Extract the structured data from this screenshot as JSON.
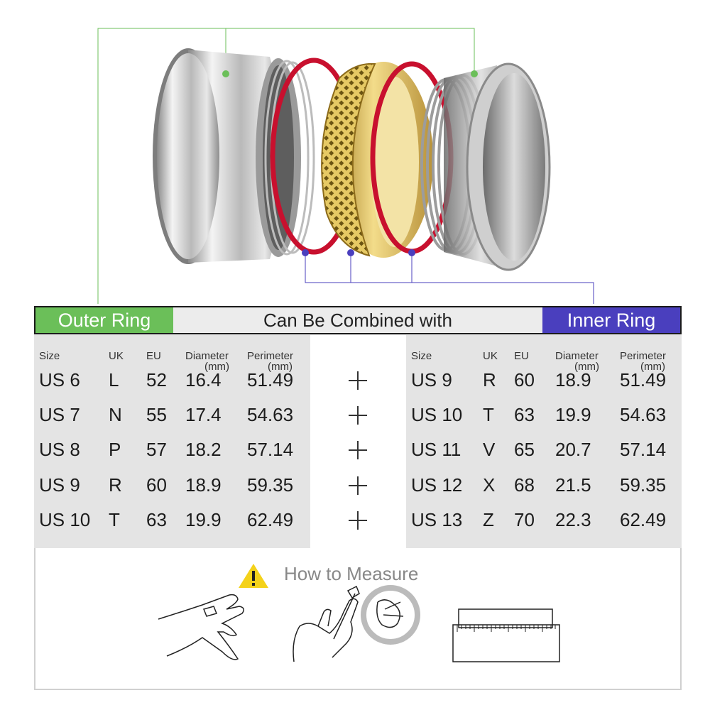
{
  "header": {
    "outer_label": "Outer Ring",
    "combine_label": "Can Be Combined with",
    "inner_label": "Inner Ring"
  },
  "columns": {
    "size": "Size",
    "uk": "UK",
    "eu": "EU",
    "diameter": "Diameter",
    "diameter_unit": "(mm)",
    "perimeter": "Perimeter",
    "perimeter_unit": "(mm)"
  },
  "outer_rows": [
    {
      "size": "US 6",
      "uk": "L",
      "eu": "52",
      "diameter": "16.4",
      "perimeter": "51.49"
    },
    {
      "size": "US 7",
      "uk": "N",
      "eu": "55",
      "diameter": "17.4",
      "perimeter": "54.63"
    },
    {
      "size": "US 8",
      "uk": "P",
      "eu": "57",
      "diameter": "18.2",
      "perimeter": "57.14"
    },
    {
      "size": "US 9",
      "uk": "R",
      "eu": "60",
      "diameter": "18.9",
      "perimeter": "59.35"
    },
    {
      "size": "US 10",
      "uk": "T",
      "eu": "63",
      "diameter": "19.9",
      "perimeter": "62.49"
    }
  ],
  "inner_rows": [
    {
      "size": "US 9",
      "uk": "R",
      "eu": "60",
      "diameter": "18.9",
      "perimeter": "51.49"
    },
    {
      "size": "US 10",
      "uk": "T",
      "eu": "63",
      "diameter": "19.9",
      "perimeter": "54.63"
    },
    {
      "size": "US 11",
      "uk": "V",
      "eu": "65",
      "diameter": "20.7",
      "perimeter": "57.14"
    },
    {
      "size": "US 12",
      "uk": "X",
      "eu": "68",
      "diameter": "21.5",
      "perimeter": "59.35"
    },
    {
      "size": "US 13",
      "uk": "Z",
      "eu": "70",
      "diameter": "22.3",
      "perimeter": "62.49"
    }
  ],
  "measure": {
    "title": "How to Measure",
    "warning_icon": "warning-icon",
    "illustrations": [
      "hand-finger-icon",
      "wrap-string-icon",
      "ruler-icon"
    ]
  },
  "colors": {
    "outer_green": "#6bbf59",
    "inner_purple": "#4a3fbe",
    "silicone_red": "#c8102e",
    "gold": "#d9b84a"
  }
}
